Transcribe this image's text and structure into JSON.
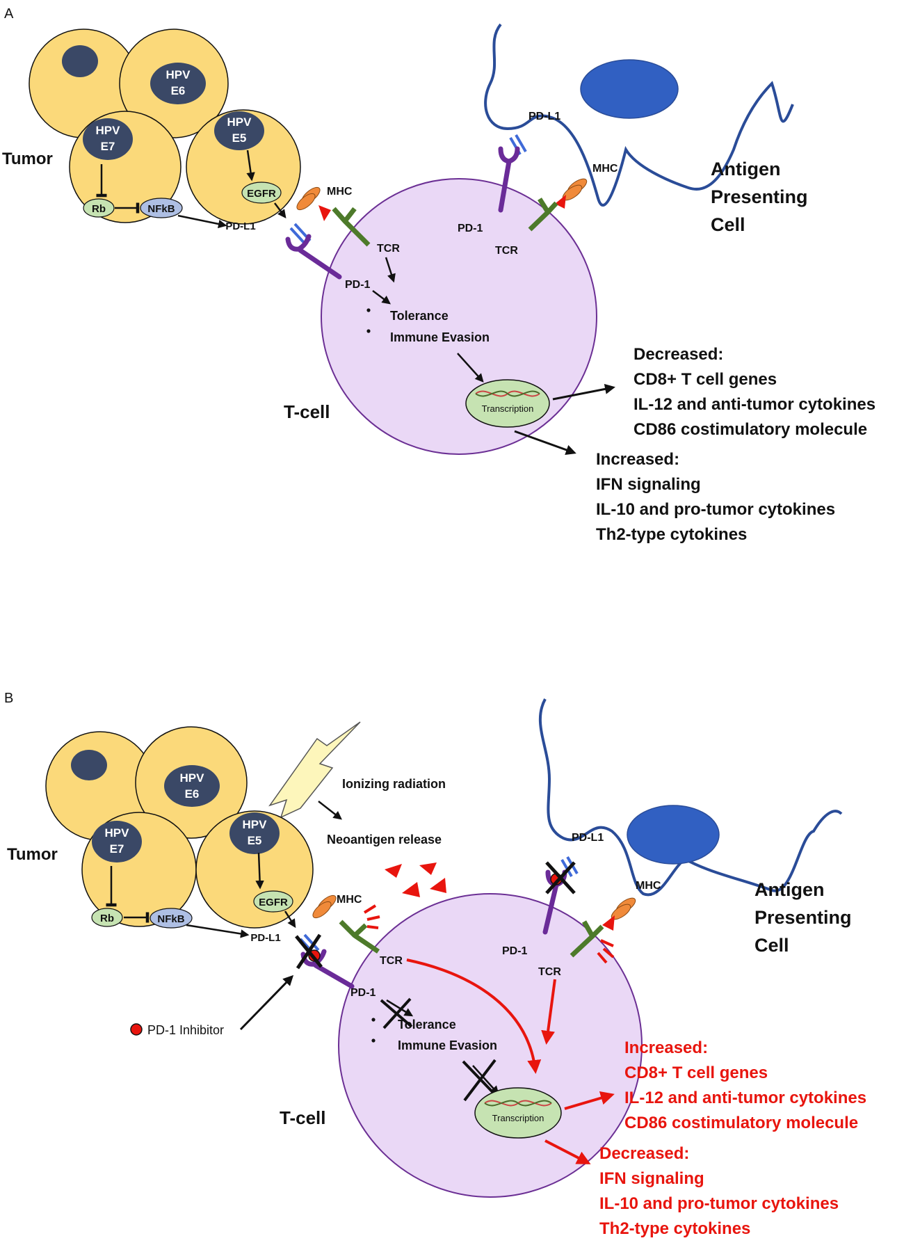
{
  "panel_a": {
    "letter": "A",
    "tumor_label": "Tumor",
    "hpv": "HPV",
    "e6": "E6",
    "e7": "E7",
    "e5": "E5",
    "rb": "Rb",
    "nfkb": "NFkB",
    "egfr": "EGFR",
    "pdl1_tumor": "PD-L1",
    "mhc_tumor": "MHC",
    "pdl1_apc": "PD-L1",
    "mhc_apc": "MHC",
    "apc_label": [
      "Antigen",
      "Presenting",
      "Cell"
    ],
    "pd1_apc": "PD-1",
    "tcr_apc": "TCR",
    "tcr_left": "TCR",
    "pd1_left": "PD-1",
    "bullets": [
      "Tolerance",
      "Immune Evasion"
    ],
    "tcell_label": "T-cell",
    "transcription": "Transcription",
    "out1_title": "Decreased:",
    "out1_items": [
      "CD8+ T cell genes",
      "IL-12 and anti-tumor cytokines",
      "CD86 costimulatory molecule"
    ],
    "out2_title": "Increased:",
    "out2_items": [
      "IFN signaling",
      "IL-10 and pro-tumor cytokines",
      "Th2-type cytokines"
    ]
  },
  "panel_b": {
    "letter": "B",
    "tumor_label": "Tumor",
    "hpv": "HPV",
    "e6": "E6",
    "e7": "E7",
    "e5": "E5",
    "rb": "Rb",
    "nfkb": "NFkB",
    "egfr": "EGFR",
    "pdl1_tumor": "PD-L1",
    "mhc_tumor": "MHC",
    "ionizing": "Ionizing radiation",
    "neoantigen": "Neoantigen release",
    "pd1_inhibitor": "PD-1 Inhibitor",
    "pdl1_apc": "PD-L1",
    "mhc_apc": "MHC",
    "apc_label": [
      "Antigen",
      "Presenting",
      "Cell"
    ],
    "pd1_apc": "PD-1",
    "tcr_apc": "TCR",
    "tcr_left": "TCR",
    "pd1_left": "PD-1",
    "bullets": [
      "Tolerance",
      "Immune Evasion"
    ],
    "tcell_label": "T-cell",
    "transcription": "Transcription",
    "out1_title": "Increased:",
    "out1_items": [
      "CD8+ T cell genes",
      "IL-12 and anti-tumor cytokines",
      "CD86 costimulatory molecule"
    ],
    "out2_title": "Decreased:",
    "out2_items": [
      "IFN signaling",
      "IL-10 and pro-tumor cytokines",
      "Th2-type cytokines"
    ]
  },
  "colors": {
    "tumor_cell": "#fbd97a",
    "hpv_protein": "#3a4866",
    "tcell": "#ead8f6",
    "tcell_border": "#6b2f94",
    "apc_membrane": "#2a4c98",
    "apc_nucleus": "#3160c2",
    "green_node": "#c6e3b2",
    "blue_node": "#aebfe4",
    "pd1": "#6a2b98",
    "tcr": "#4d7a2a",
    "mhc": "#f08a3a",
    "antigen": "#e8150e",
    "pdl1": "#3f6ad8",
    "emphasis": "#e8150e"
  }
}
